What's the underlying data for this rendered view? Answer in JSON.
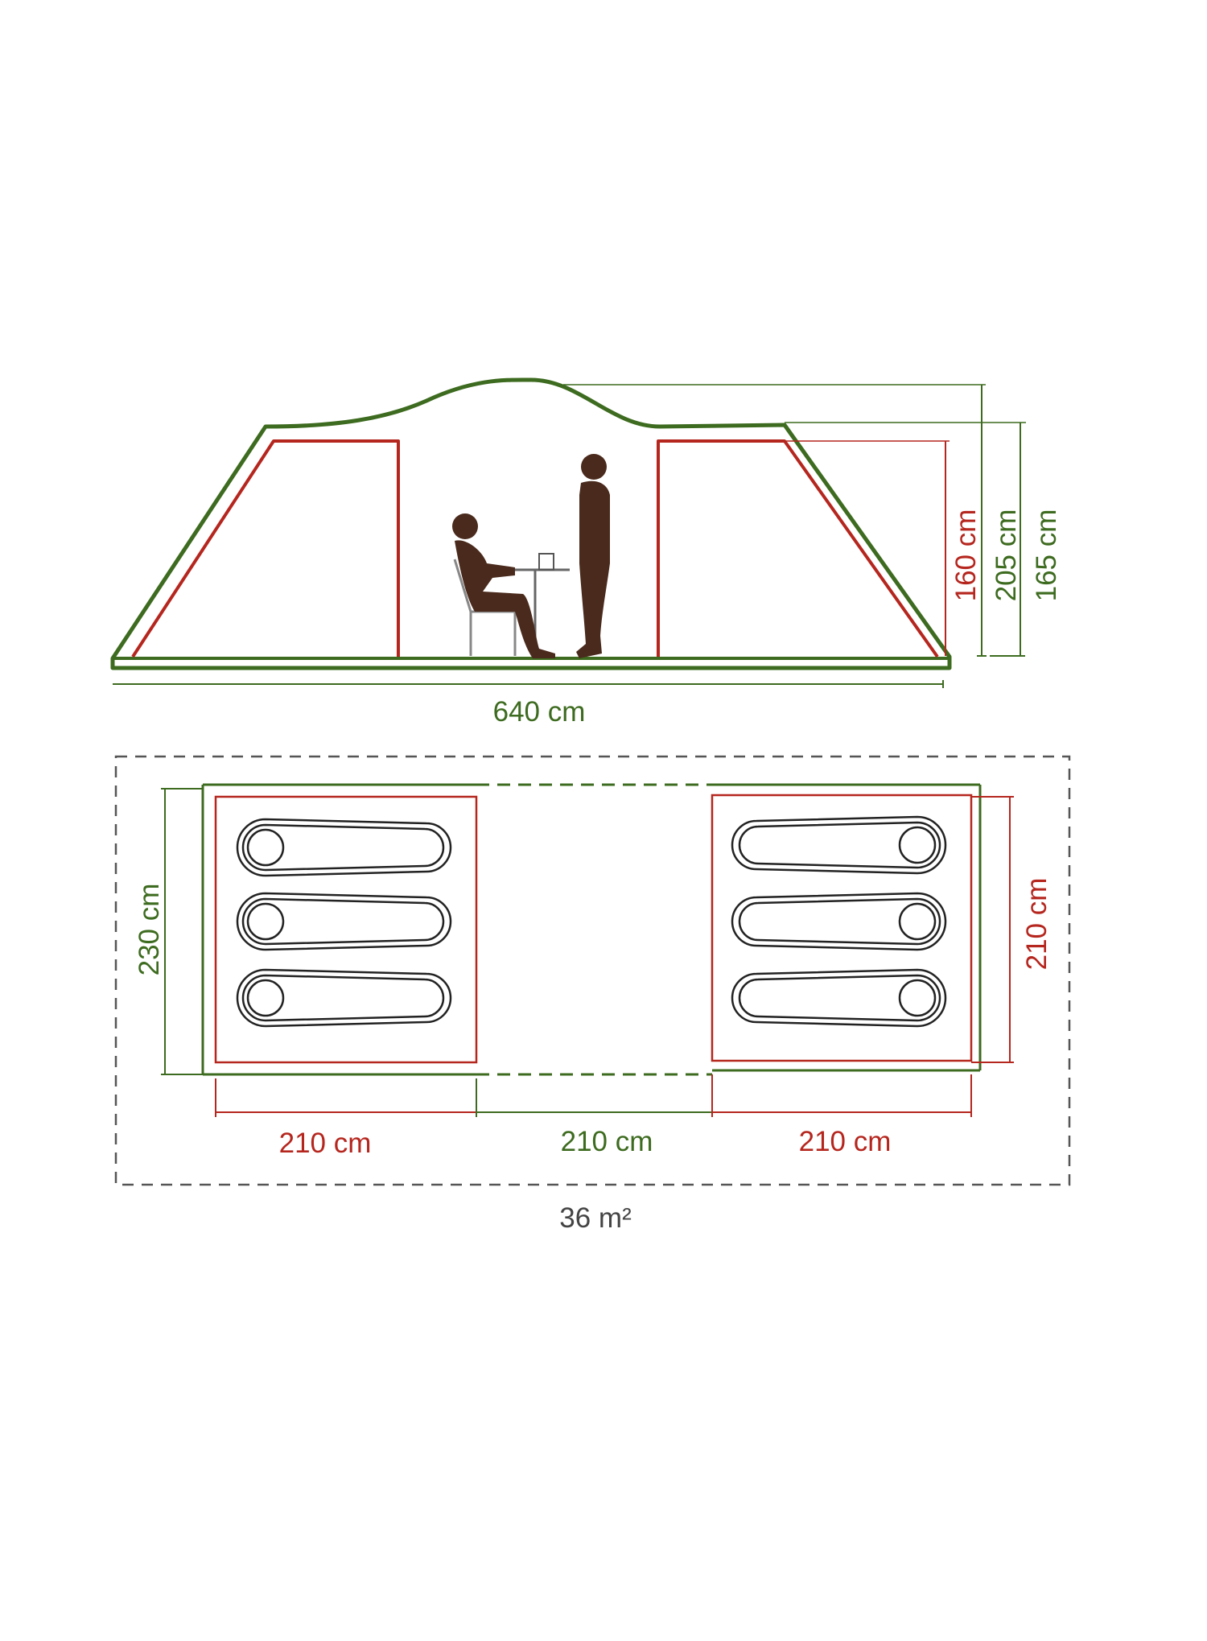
{
  "colors": {
    "outer_green": "#3d6b1f",
    "inner_red": "#b5261e",
    "figure_brown": "#4a2a1c",
    "footprint_gray": "#555555",
    "text_green": "#3d6b1f",
    "text_red": "#b5261e",
    "text_gray": "#444444"
  },
  "side_view": {
    "length_label": "640 cm",
    "inner_height_label": "160 cm",
    "center_height_label": "205 cm",
    "side_height_label": "165 cm"
  },
  "floor_plan": {
    "width_label": "230 cm",
    "bedroom_depth_label": "210 cm",
    "left_bedroom_label": "210 cm",
    "living_area_label": "210 cm",
    "right_bedroom_label": "210 cm",
    "area_label": "36 m²"
  },
  "icons": [
    "person-seated-icon",
    "person-standing-icon",
    "chair-icon",
    "table-icon",
    "cup-icon",
    "sleeping-bag-icon"
  ]
}
